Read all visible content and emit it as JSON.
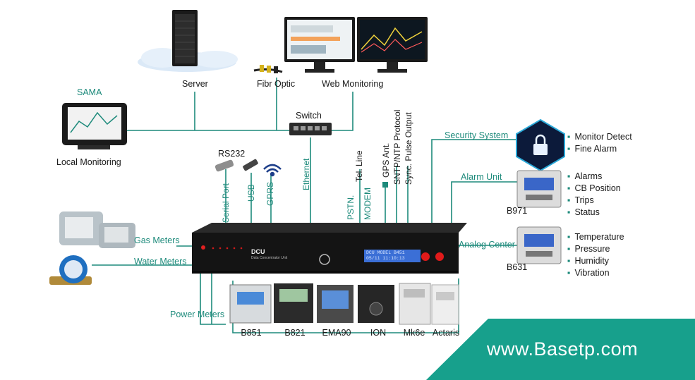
{
  "labels": {
    "server": "Server",
    "fibr_optic": "Fibr Optic",
    "web_monitoring": "Web Monitoring",
    "sama": "SAMA",
    "local_monitoring": "Local Monitoring",
    "switch": "Switch",
    "rs232": "RS232",
    "serial_port": "Serial Port",
    "usb": "USB",
    "gprs": "GPRS",
    "ethernet": "Ethernet",
    "tel_line": "Tel. Line",
    "pstn": "PSTN.",
    "modem": "MODEM",
    "gps_ant": "GPS Ant.",
    "sntp": "SNTP/NTP Protocol",
    "sync": "Sync. Pulse Output",
    "gas_meters": "Gas Meters",
    "water_meters": "Water Meters",
    "power_meters": "Power Meters",
    "security_system": "Security System",
    "alarm_unit": "Alarm Unit",
    "analog_center": "Analog Center"
  },
  "security_items": [
    "Monitor Detect",
    "Fine Alarm"
  ],
  "alarm_items": [
    "Alarms",
    "CB Position",
    "Trips",
    "Status"
  ],
  "analog_items": [
    "Temperature",
    "Pressure",
    "Humidity",
    "Vibration"
  ],
  "devices": {
    "b971": "B971",
    "b631": "B631"
  },
  "meters": [
    "B851",
    "B821",
    "EMA90",
    "ION",
    "Mk6e",
    "Actaris"
  ],
  "dcu": {
    "name": "DCU",
    "subtitle": "Data Concentrator Unit",
    "display_line1": "DCU MODEL B451",
    "display_line2": "05/11 11:10:13"
  },
  "website": "www.Basetp.com",
  "colors": {
    "accent": "#1d8a7b",
    "banner": "#17a08c",
    "device_body": "#1c1c1c",
    "display": "#3b6fd6"
  }
}
